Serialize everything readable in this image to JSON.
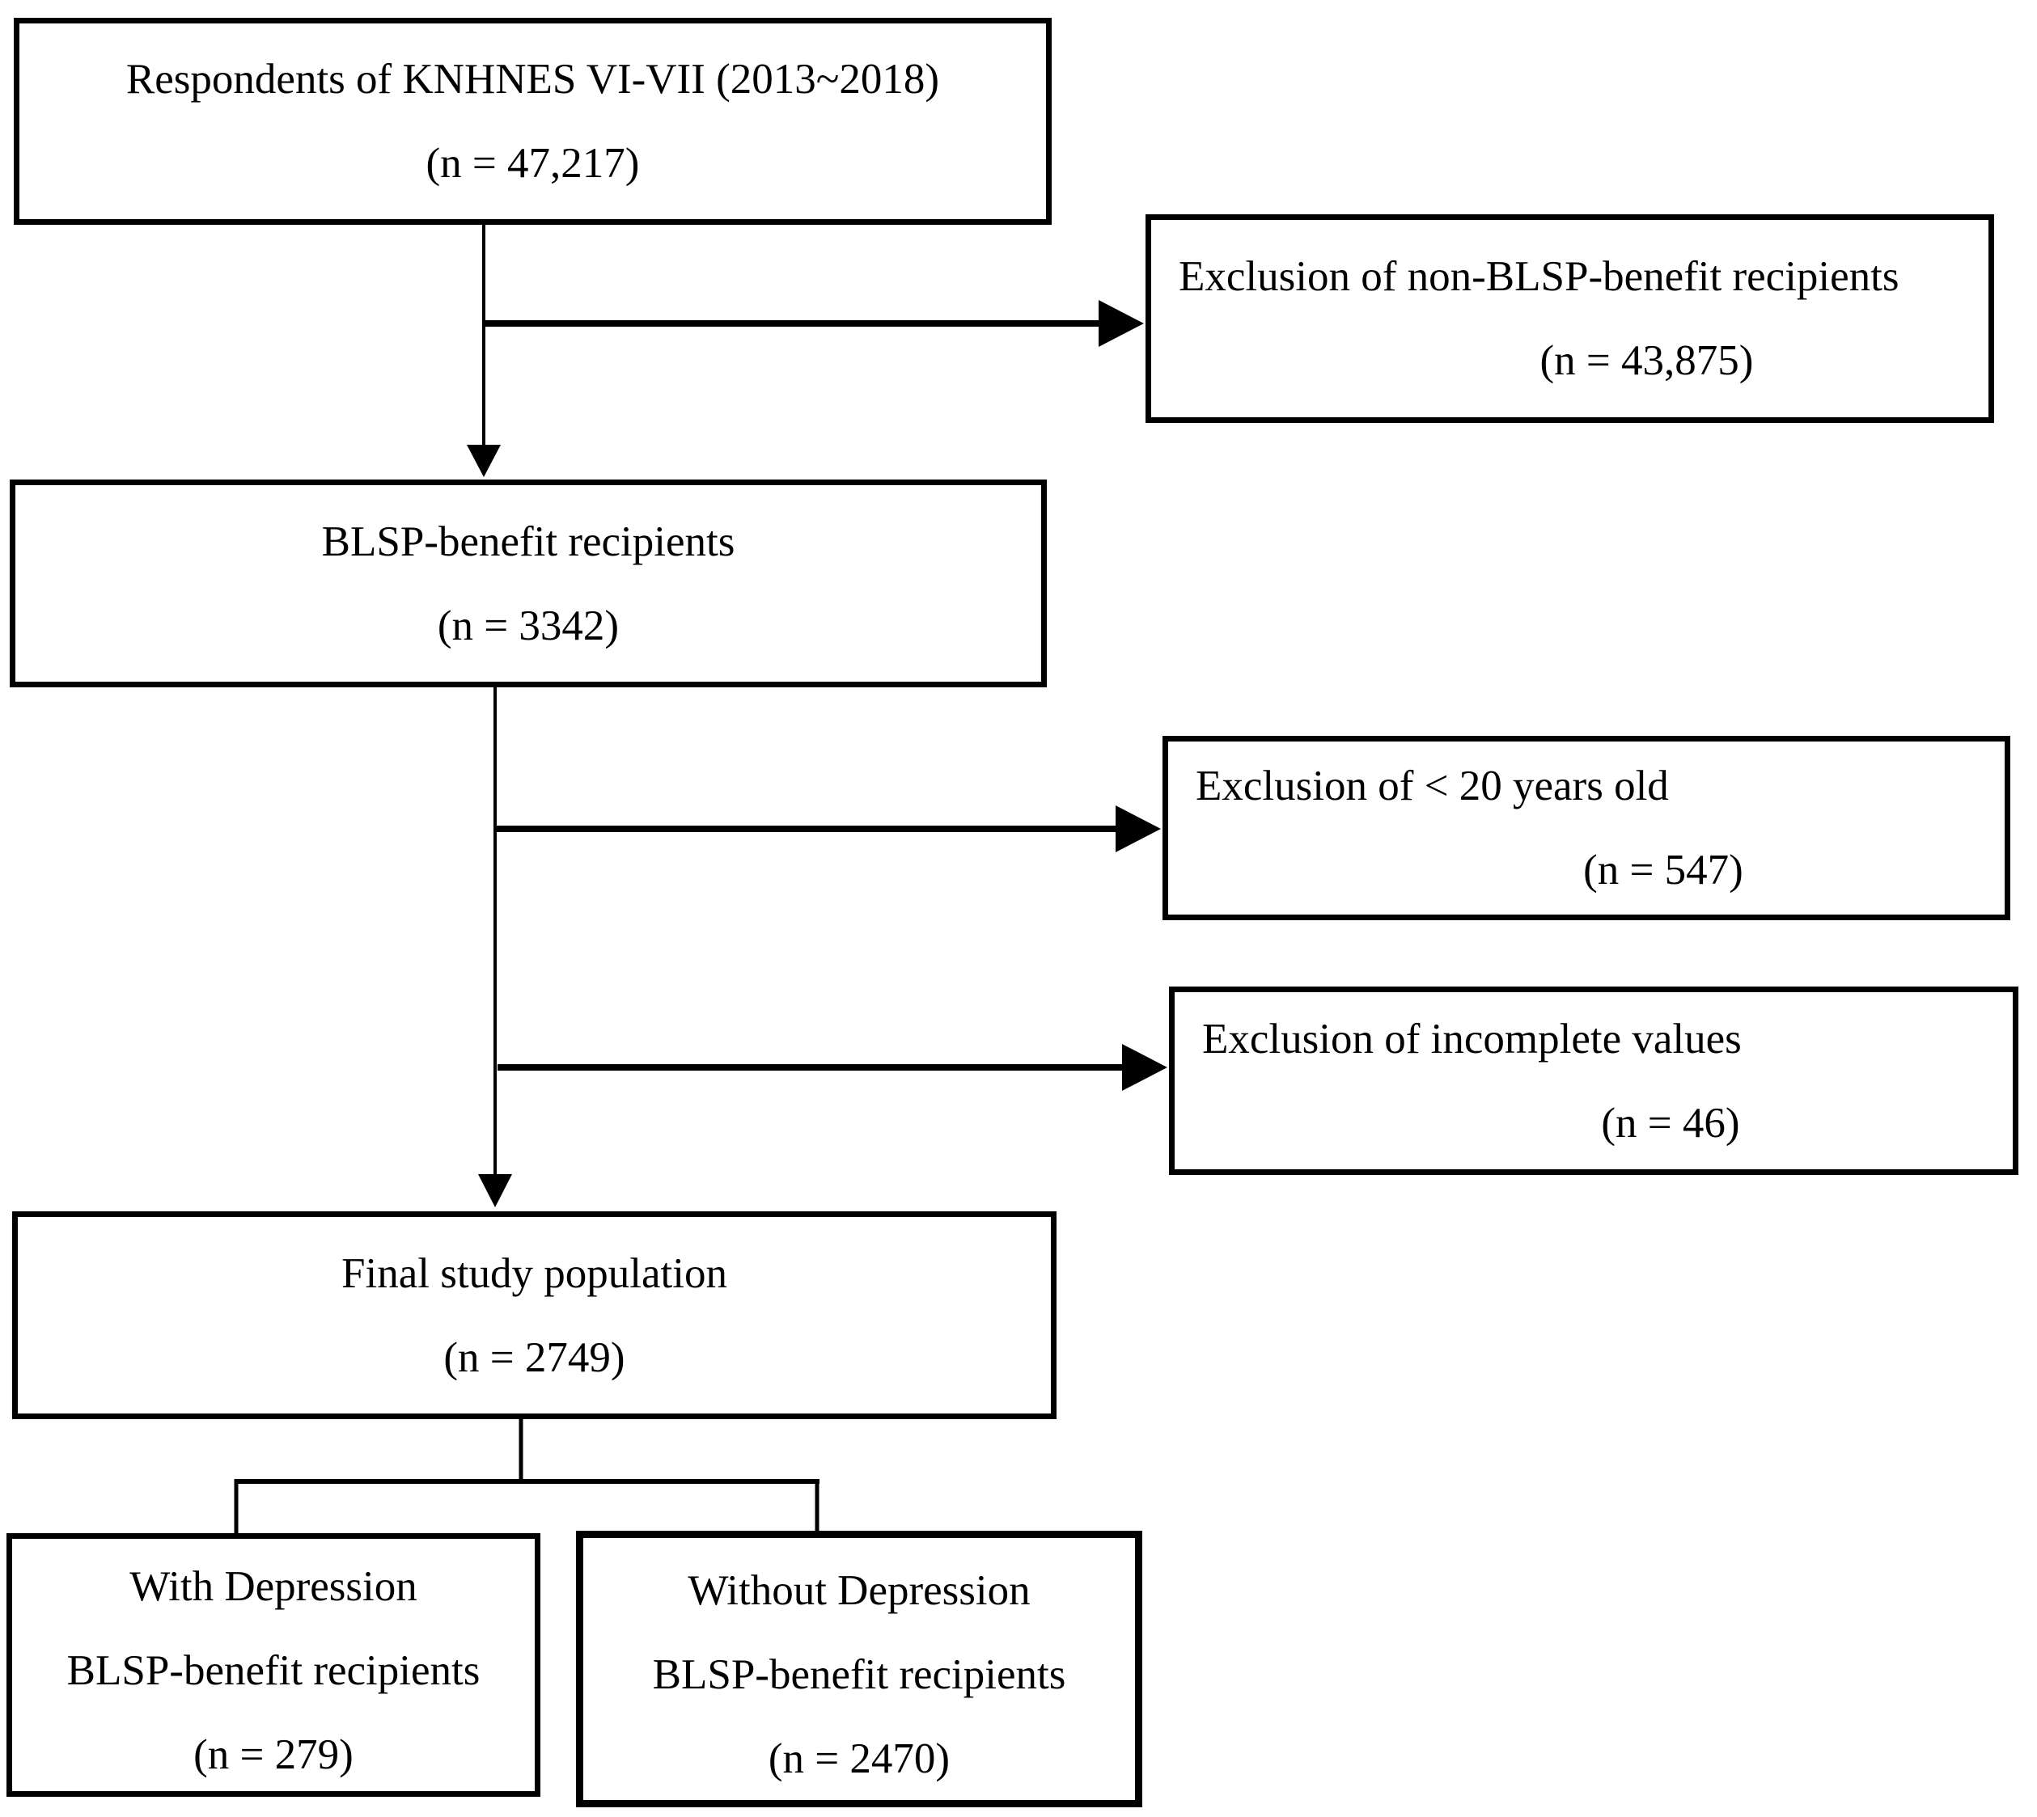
{
  "diagram": {
    "type": "study-population-flowchart",
    "colors": {
      "line": "#000000",
      "text": "#000000",
      "background": "#ffffff"
    },
    "boxes": {
      "respondents": {
        "label": "Respondents of KNHNES VI-VII (2013~2018)",
        "n": "(n = 47,217)"
      },
      "exclusion_non_blsp": {
        "label": "Exclusion of non-BLSP-benefit recipients",
        "n": "(n = 43,875)"
      },
      "blsp_recipients": {
        "label": "BLSP-benefit recipients",
        "n": "(n = 3342)"
      },
      "exclusion_under_20": {
        "label": "Exclusion of < 20 years old",
        "n": "(n = 547)"
      },
      "exclusion_incomplete": {
        "label": "Exclusion of incomplete values",
        "n": "(n = 46)"
      },
      "final_population": {
        "label": "Final study population",
        "n": "(n = 2749)"
      },
      "with_depression": {
        "label1": "With Depression",
        "label2": "BLSP-benefit recipients",
        "n": "(n = 279)"
      },
      "without_depression": {
        "label1": "Without Depression",
        "label2": "BLSP-benefit recipients",
        "n": "(n = 2470)"
      }
    },
    "flow": [
      "respondents -> blsp_recipients",
      "respondents -> exclusion_non_blsp",
      "blsp_recipients -> final_population",
      "blsp_recipients -> exclusion_under_20",
      "blsp_recipients -> exclusion_incomplete",
      "final_population -> with_depression",
      "final_population -> without_depression"
    ]
  }
}
